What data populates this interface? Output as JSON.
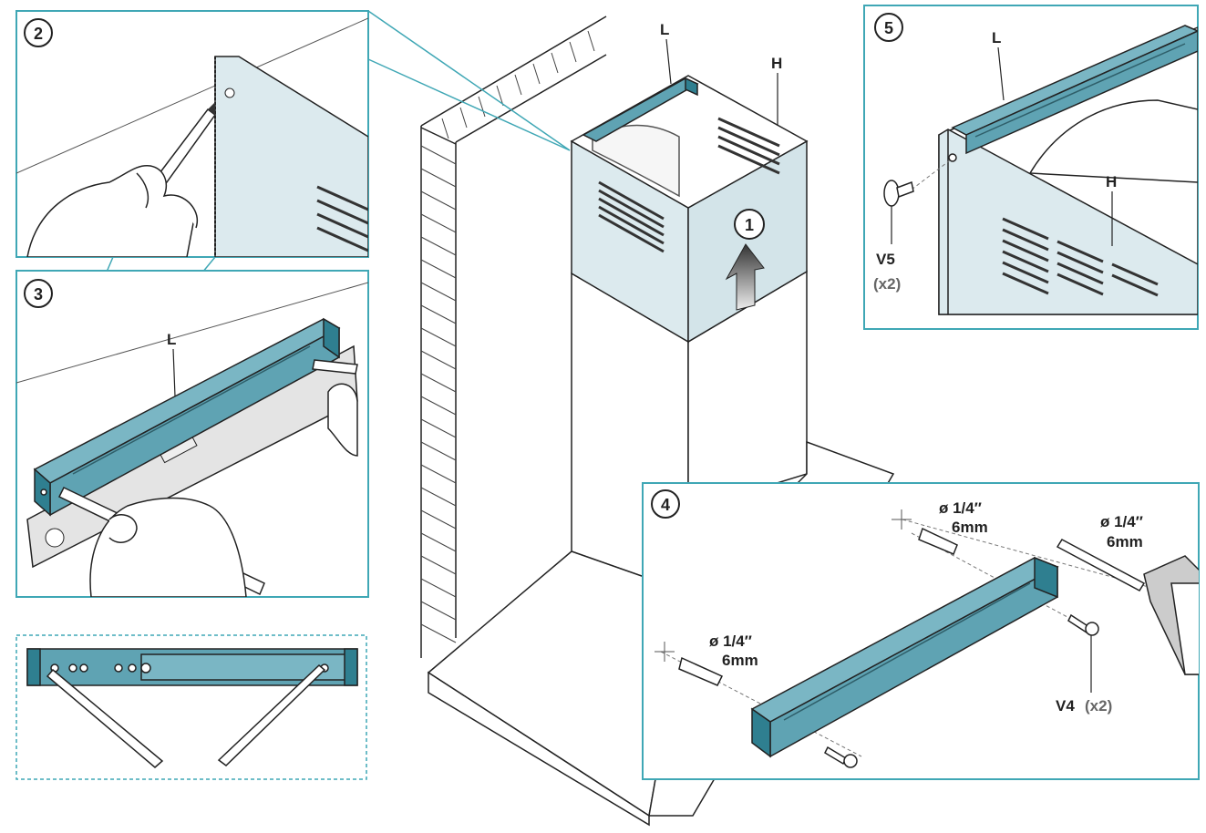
{
  "colors": {
    "panel_border": "#3fa7b5",
    "bracket_fill": "#5fa3b3",
    "bracket_dark": "#2f7f90",
    "hood_fill": "#dceaee",
    "line": "#222222"
  },
  "icons": [
    "arrow-up-icon",
    "pencil-icon",
    "hand-icon",
    "drill-icon",
    "screw-icon",
    "wall-plug-icon",
    "spirit-level-icon"
  ],
  "main": {
    "step1": "1",
    "label_L": "L",
    "label_H": "H"
  },
  "step2": {
    "number": "2"
  },
  "step3": {
    "number": "3",
    "label_L": "L"
  },
  "step4": {
    "number": "4",
    "plug_top_dia": "ø 1/4″",
    "plug_top_mm": "6mm",
    "drill_dia": "ø 1/4″",
    "drill_mm": "6mm",
    "plug_left_dia": "ø 1/4″",
    "plug_left_mm": "6mm",
    "screw_code": "V4",
    "screw_qty": "(x2)"
  },
  "step5": {
    "number": "5",
    "label_L": "L",
    "label_H": "H",
    "screw_code": "V5",
    "screw_qty": "(x2)"
  }
}
